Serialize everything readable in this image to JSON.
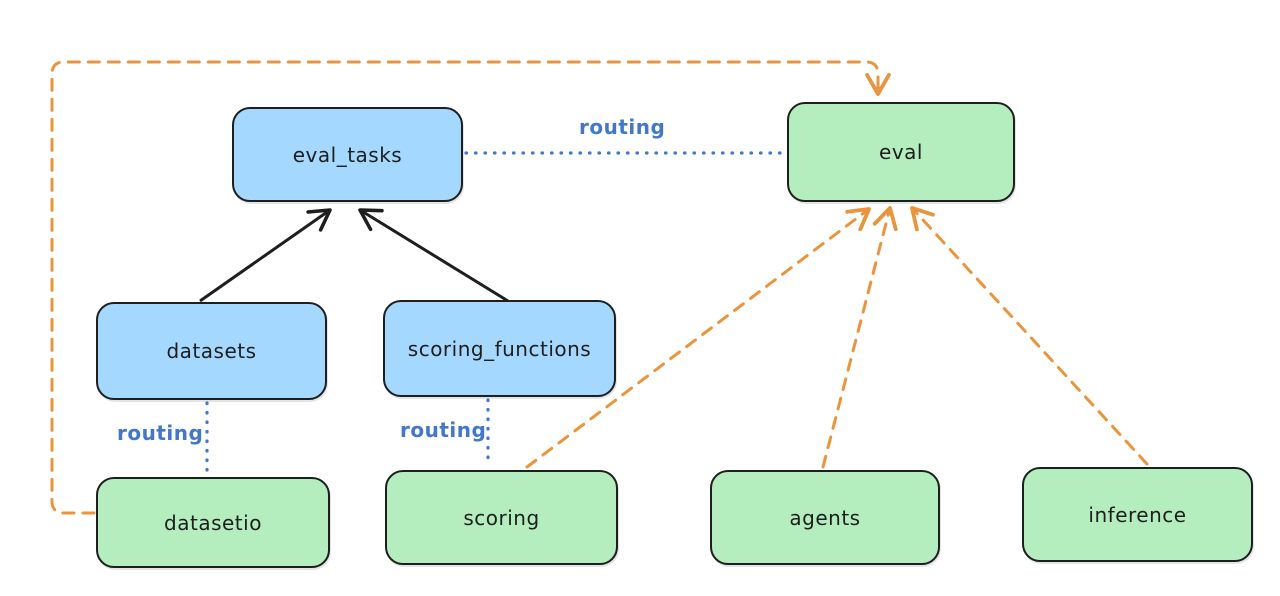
{
  "diagram": {
    "nodes": {
      "eval_tasks": {
        "label": "eval_tasks",
        "fill": "#a5d8ff"
      },
      "eval": {
        "label": "eval",
        "fill": "#b5eebe"
      },
      "datasets": {
        "label": "datasets",
        "fill": "#a5d8ff"
      },
      "scoring_functions": {
        "label": "scoring_functions",
        "fill": "#a5d8ff"
      },
      "datasetio": {
        "label": "datasetio",
        "fill": "#b5eebe"
      },
      "scoring": {
        "label": "scoring",
        "fill": "#b5eebe"
      },
      "agents": {
        "label": "agents",
        "fill": "#b5eebe"
      },
      "inference": {
        "label": "inference",
        "fill": "#b5eebe"
      }
    },
    "edge_labels": {
      "routing_top": "routing",
      "routing_datasets": "routing",
      "routing_scoring": "routing"
    },
    "edges": [
      {
        "from": "datasets",
        "to": "eval_tasks",
        "style": "solid-black-arrow"
      },
      {
        "from": "scoring_functions",
        "to": "eval_tasks",
        "style": "solid-black-arrow"
      },
      {
        "from": "eval_tasks",
        "to": "eval",
        "style": "dotted-blue",
        "label": "routing"
      },
      {
        "from": "datasets",
        "to": "datasetio",
        "style": "dotted-blue",
        "label": "routing"
      },
      {
        "from": "scoring_functions",
        "to": "scoring",
        "style": "dotted-blue",
        "label": "routing"
      },
      {
        "from": "datasetio",
        "to": "eval",
        "style": "dashed-orange-arrow"
      },
      {
        "from": "scoring",
        "to": "eval",
        "style": "dashed-orange-arrow"
      },
      {
        "from": "agents",
        "to": "eval",
        "style": "dashed-orange-arrow"
      },
      {
        "from": "inference",
        "to": "eval",
        "style": "dashed-orange-arrow"
      }
    ],
    "colors": {
      "node_blue": "#a5d8ff",
      "node_green": "#b5eebe",
      "stroke_black": "#1e1e1e",
      "routing_blue": "#4277c9",
      "arrow_orange": "#e9953d",
      "background": "#ffffff"
    }
  }
}
